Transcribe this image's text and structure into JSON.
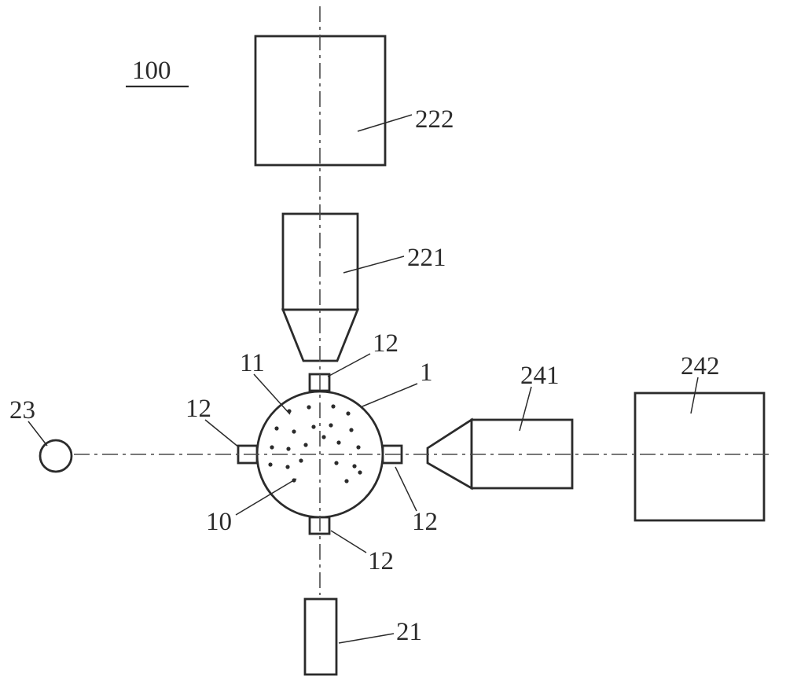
{
  "diagram": {
    "figure_number": "100",
    "part_labels": {
      "chamber": "1",
      "material": "10",
      "chamber_wall": "11",
      "port": "12",
      "outlet_tube": "21",
      "hopper": "221",
      "top_box": "222",
      "side_source": "23",
      "nozzle": "241",
      "right_box": "242"
    },
    "colors": {
      "line": "#2b2b2b",
      "centerline": "#4a4a4a",
      "background": "#ffffff"
    }
  }
}
